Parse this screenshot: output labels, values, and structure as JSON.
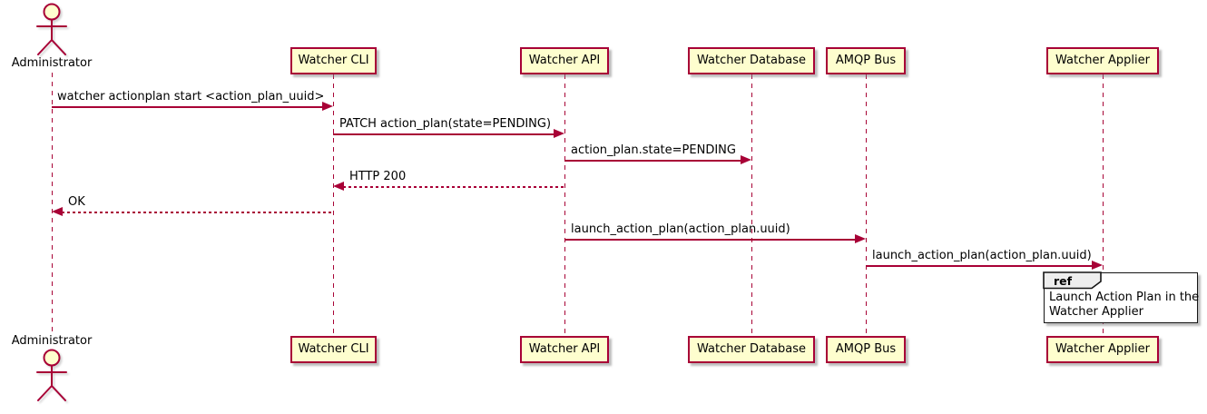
{
  "diagram_type": "sequence",
  "colors": {
    "accent": "#A80036",
    "participant_fill": "#FEFECE",
    "ref_header_fill": "#EEEEEE",
    "ref_border": "#000000",
    "text": "#000000",
    "background": "#FFFFFF"
  },
  "actor": {
    "name": "Administrator"
  },
  "participants": [
    {
      "name": "Watcher CLI"
    },
    {
      "name": "Watcher API"
    },
    {
      "name": "Watcher Database"
    },
    {
      "name": "AMQP Bus"
    },
    {
      "name": "Watcher Applier"
    }
  ],
  "messages": [
    {
      "from": "Administrator",
      "to": "Watcher CLI",
      "text": "watcher actionplan start <action_plan_uuid>",
      "line": "solid"
    },
    {
      "from": "Watcher CLI",
      "to": "Watcher API",
      "text": "PATCH action_plan(state=PENDING)",
      "line": "solid"
    },
    {
      "from": "Watcher API",
      "to": "Watcher Database",
      "text": "action_plan.state=PENDING",
      "line": "solid"
    },
    {
      "from": "Watcher API",
      "to": "Watcher CLI",
      "text": "HTTP 200",
      "line": "dashed"
    },
    {
      "from": "Watcher CLI",
      "to": "Administrator",
      "text": "OK",
      "line": "dashed"
    },
    {
      "from": "Watcher API",
      "to": "AMQP Bus",
      "text": "launch_action_plan(action_plan.uuid)",
      "line": "solid"
    },
    {
      "from": "AMQP Bus",
      "to": "Watcher Applier",
      "text": "launch_action_plan(action_plan.uuid)",
      "line": "solid"
    }
  ],
  "ref": {
    "keyword": "ref",
    "lines": [
      "Launch Action Plan in the",
      "Watcher Applier"
    ]
  }
}
